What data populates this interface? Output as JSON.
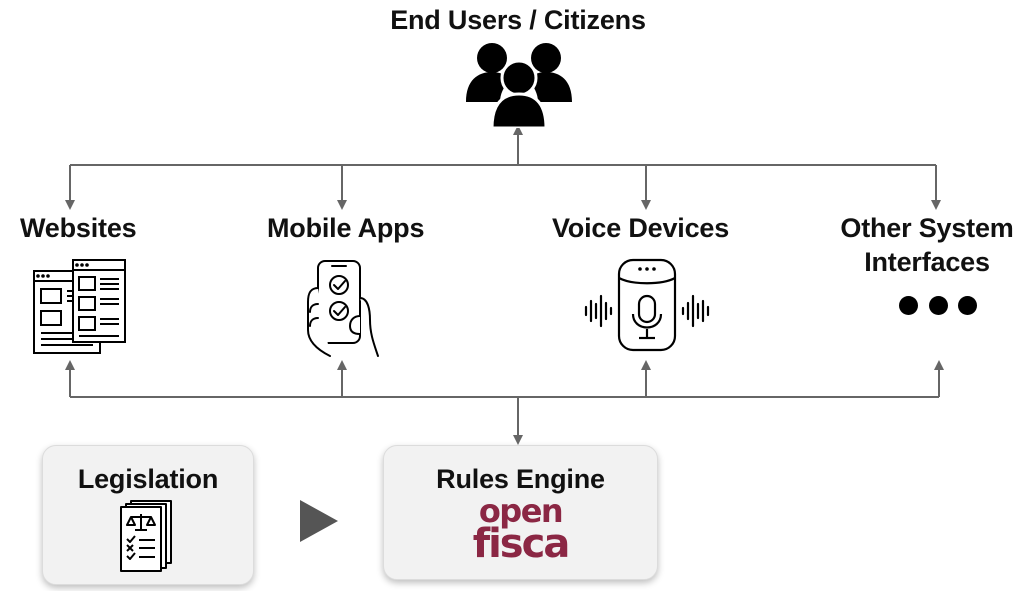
{
  "top": {
    "title": "End Users / Citizens",
    "icon": "users-group-icon"
  },
  "channels": [
    {
      "label": "Websites",
      "icon": "website-windows-icon"
    },
    {
      "label": "Mobile Apps",
      "icon": "hand-holding-phone-icon"
    },
    {
      "label": "Voice Devices",
      "icon": "smart-speaker-icon"
    },
    {
      "label_line1": "Other System",
      "label_line2": "Interfaces",
      "icon": "ellipsis-icon"
    }
  ],
  "bottom": {
    "legislation": {
      "title": "Legislation",
      "icon": "legal-documents-icon"
    },
    "arrow_icon": "play-triangle-icon",
    "engine": {
      "title": "Rules Engine",
      "logo_line1": "open",
      "logo_line2": "fisca",
      "logo_color": "#8b2744"
    }
  },
  "colors": {
    "connector": "#666666",
    "card_bg": "#f2f2f2",
    "text": "#111111"
  }
}
